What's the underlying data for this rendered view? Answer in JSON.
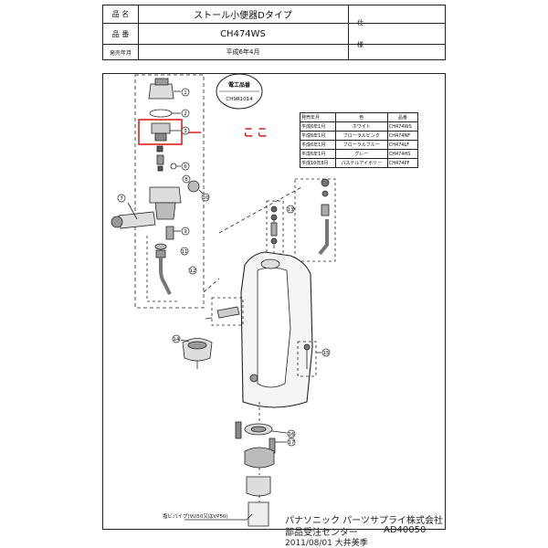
{
  "header": {
    "name_label": "品 名",
    "name_value": "ストール小便器Dタイプ",
    "number_label": "品 番",
    "number_value": "CH474WS",
    "release_label": "発売年月",
    "release_value": "平成6年4月",
    "spec_label": "仕",
    "spec_label2": "様"
  },
  "diagram": {
    "note_title": "電工品番",
    "note_value": "CH9R1014",
    "highlight_text": "ここ",
    "part_numbers": [
      "1",
      "2",
      "3",
      "6",
      "7",
      "8",
      "9",
      "10",
      "11",
      "12",
      "13",
      "14",
      "15",
      "16",
      "17"
    ],
    "pipe_label": "塩ビパイプ(VU50又はVP50)"
  },
  "color_table": {
    "headers": [
      "発売年月",
      "色",
      "品番"
    ],
    "rows": [
      [
        "平成6年1月",
        "ホワイト",
        "CH474WS"
      ],
      [
        "平成6年1月",
        "フローラルピンク",
        "CH474NF"
      ],
      [
        "平成6年1月",
        "フローラルブルー",
        "CH474LF"
      ],
      [
        "平成6年1月",
        "グレー",
        "CH474HS"
      ],
      [
        "平成10年8月",
        "パステルアイボリー",
        "CH474PF"
      ]
    ]
  },
  "footer": {
    "company": "パナソニック パーツサプライ株式会社",
    "dept": "部品受注センター",
    "code": "AD40050",
    "date_author": "2011/08/01 大井美季"
  },
  "colors": {
    "highlight": "#e0201c",
    "line": "#222222"
  }
}
